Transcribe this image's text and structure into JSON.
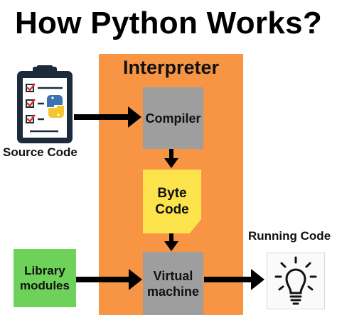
{
  "diagram": {
    "title": "How Python Works?",
    "interpreter": {
      "label": "Interpreter",
      "color": "#f79545"
    },
    "nodes": {
      "source_code": {
        "label": "Source Code",
        "icon": "clipboard-checklist-python-icon"
      },
      "compiler": {
        "label": "Compiler"
      },
      "byte_code": {
        "line1": "Byte",
        "line2": "Code"
      },
      "virtual_machine": {
        "line1": "Virtual",
        "line2": "machine"
      },
      "library_modules": {
        "line1": "Library",
        "line2": "modules"
      },
      "running_code": {
        "label": "Running Code",
        "icon": "lightbulb-icon"
      }
    },
    "colors": {
      "gray_box": "#9e9e9e",
      "byte_code": "#fde44c",
      "library": "#6dd15a",
      "arrow": "#000000"
    }
  }
}
